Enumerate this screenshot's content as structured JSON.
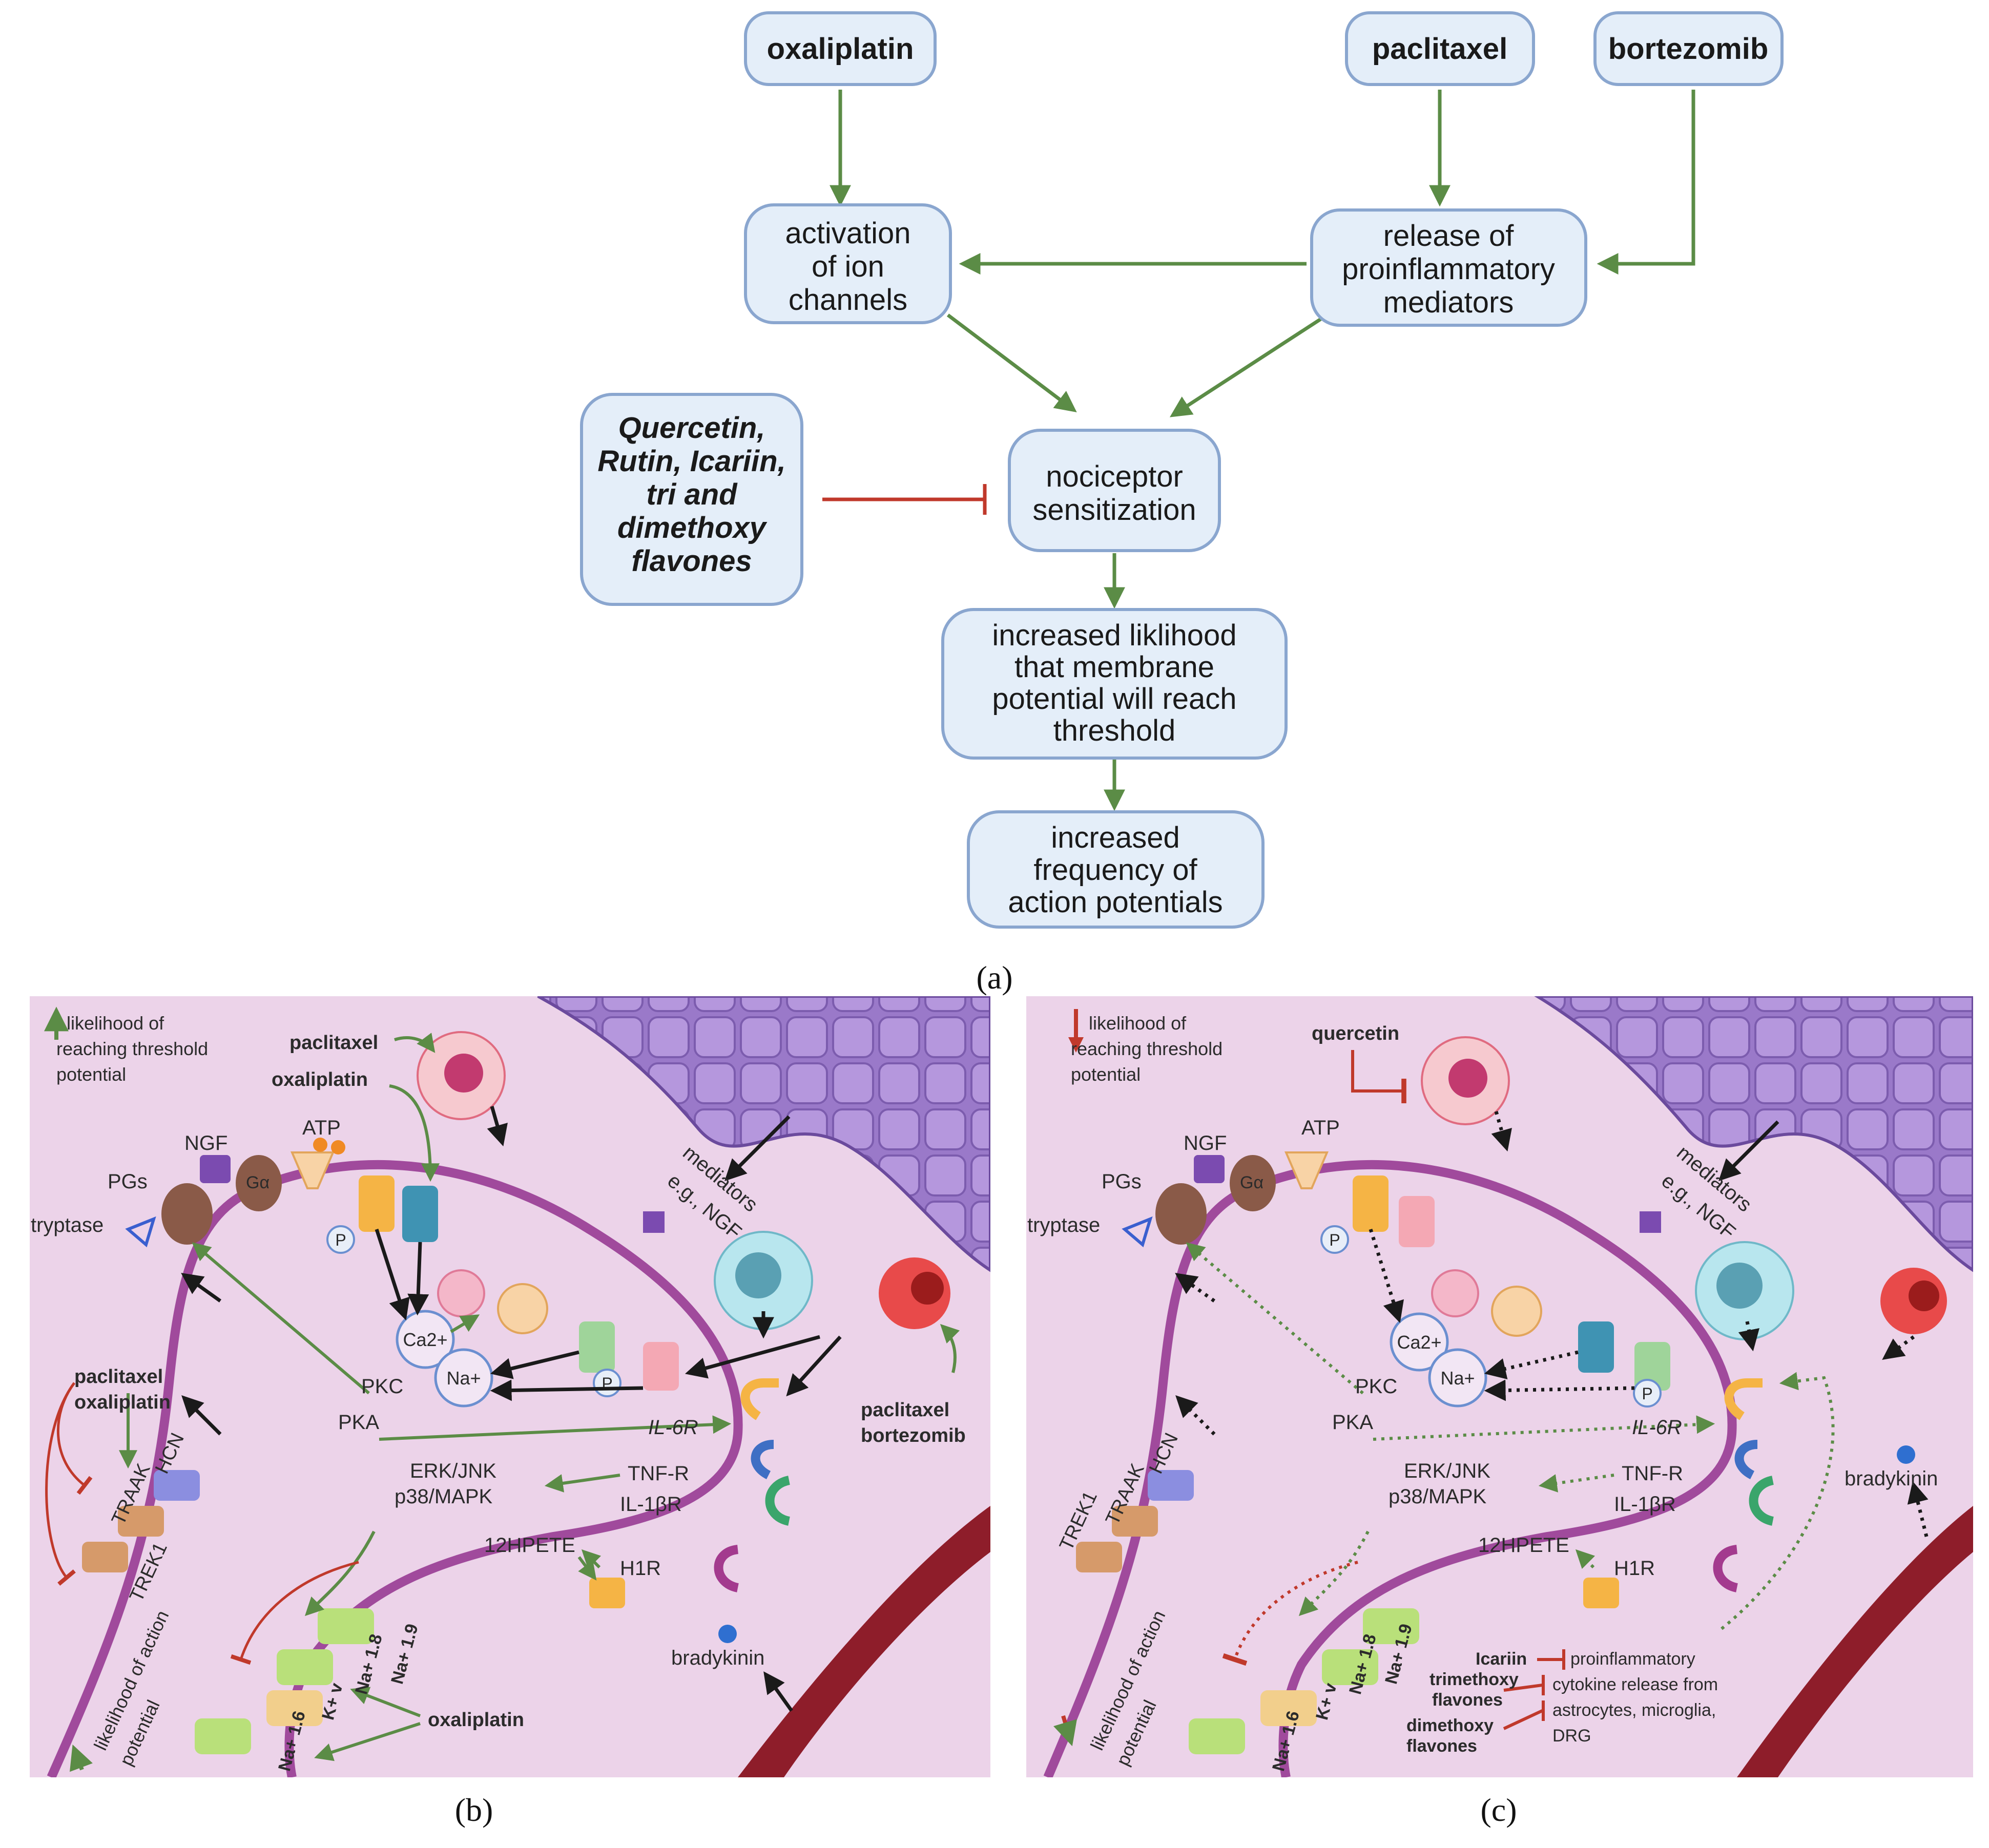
{
  "panel_a": {
    "nodes": {
      "oxaliplatin": "oxaliplatin",
      "paclitaxel": "paclitaxel",
      "bortezomib": "bortezomib",
      "activation": [
        "activation",
        "of ion",
        "channels"
      ],
      "release": [
        "release of",
        "proinflammatory",
        "mediators"
      ],
      "flavones": [
        "Quercetin,",
        "Rutin, Icariin,",
        "tri and",
        "dimethoxy",
        "flavones"
      ],
      "sensitization": [
        "nociceptor",
        "sensitization"
      ],
      "likelihood": [
        "increased liklihood",
        "that membrane",
        "potential will reach",
        "threshold"
      ],
      "frequency": [
        "increased",
        "frequency of",
        "action potentials"
      ]
    },
    "label": "(a)"
  },
  "panel_b": {
    "label": "(b)",
    "legend": [
      "likelihood of",
      "reaching threshold",
      "potential"
    ],
    "drugs": {
      "paclitaxel": "paclitaxel",
      "oxaliplatin": "oxaliplatin",
      "left_pair": [
        "paclitaxel",
        "oxaliplatin"
      ],
      "right_pair": [
        "paclitaxel",
        "bortezomib"
      ],
      "bottom": "oxaliplatin"
    },
    "labels": {
      "ngf": "NGF",
      "atp": "ATP",
      "pgs": "PGs",
      "galpha": "Gα",
      "tryptase": "tryptase",
      "mediators": [
        "mediators",
        "e.g., NGF"
      ],
      "pkc": "PKC",
      "pka": "PKA",
      "ca": "Ca2+",
      "na": "Na+",
      "p": "P",
      "erk": "ERK/JNK",
      "p38": "p38/MAPK",
      "il6r": "IL-6R",
      "tnfr": "TNF-R",
      "il1br": "IL-1βR",
      "hpete": "12HPETE",
      "h1r": "H1R",
      "bradykinin": "bradykinin",
      "traak": "TRAAK",
      "hcn": "HCN",
      "trek1": "TREK1",
      "action": [
        "likelihood of action",
        "potential"
      ],
      "nav16": "Na+ 1.6",
      "kv": "K+ v",
      "nav18": "Na+ 1.8",
      "nav19": "Na+ 1.9"
    }
  },
  "panel_c": {
    "label": "(c)",
    "legend": [
      "likelihood of",
      "reaching threshold",
      "potential"
    ],
    "quercetin": "quercetin",
    "inhibitors": {
      "icariin": "Icariin",
      "trimethoxy": [
        "trimethoxy",
        "flavones"
      ],
      "dimethoxy": [
        "dimethoxy",
        "flavones"
      ],
      "target": [
        "proinflammatory",
        "cytokine release from",
        "astrocytes, microglia,",
        "DRG"
      ]
    },
    "labels": {
      "ngf": "NGF",
      "atp": "ATP",
      "pgs": "PGs",
      "galpha": "Gα",
      "tryptase": "tryptase",
      "mediators": [
        "mediators",
        "e.g., NGF"
      ],
      "pkc": "PKC",
      "pka": "PKA",
      "ca": "Ca2+",
      "na": "Na+",
      "p": "P",
      "erk": "ERK/JNK",
      "p38": "p38/MAPK",
      "il6r": "IL-6R",
      "tnfr": "TNF-R",
      "il1br": "IL-1βR",
      "hpete": "12HPETE",
      "h1r": "H1R",
      "bradykinin": "bradykinin",
      "traak": "TRAAK",
      "hcn": "HCN",
      "trek1": "TREK1",
      "action": [
        "likelihood of action",
        "potential"
      ],
      "nav16": "Na+ 1.6",
      "kv": "K+ v",
      "nav18": "Na+ 1.8",
      "nav19": "Na+ 1.9"
    }
  },
  "colors": {
    "node_fill": "#e4eef9",
    "node_stroke": "#8aa6cf",
    "activate": "#5b8c46",
    "inhibit": "#c0392b",
    "panel_bg": "#ecd3e9",
    "membrane": "#a04a9c",
    "epithelium": "#9a79c9"
  }
}
